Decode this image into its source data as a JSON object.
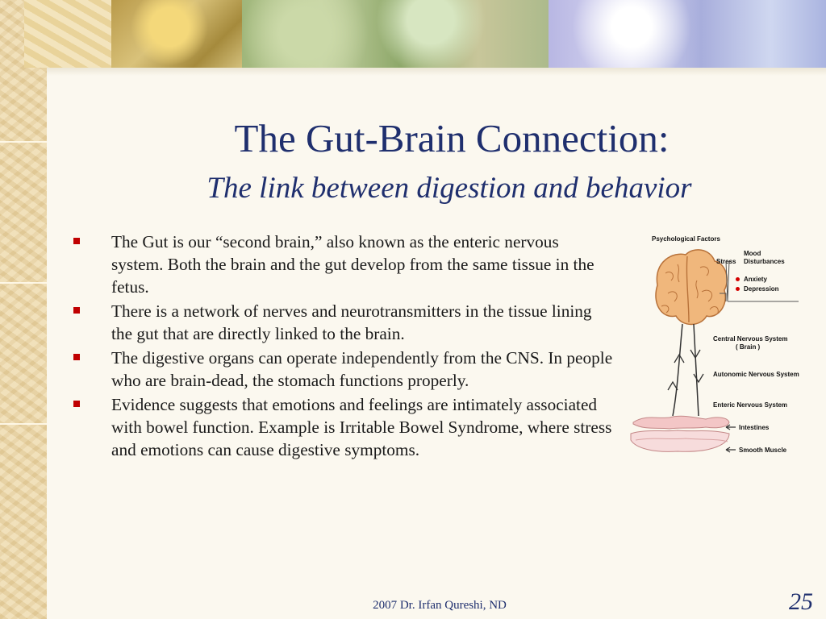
{
  "slide": {
    "title": "The Gut-Brain Connection:",
    "subtitle": "The link between digestion and behavior",
    "bullets": [
      "The Gut is our “second brain,” also known as the enteric nervous system. Both the brain and the gut develop from the same tissue in the fetus.",
      "There is a network of nerves and neurotransmitters in the tissue lining the gut that are directly linked to the brain.",
      "The digestive organs can operate independently from the CNS.  In people who are brain-dead, the stomach functions properly.",
      "Evidence suggests that emotions and feelings are intimately associated with bowel function.  Example is Irritable Bowel Syndrome, where stress and emotions can cause digestive symptoms."
    ],
    "footer": "2007 Dr. Irfan Qureshi, ND",
    "slide_number": "25"
  },
  "figure": {
    "labels": {
      "psychological_factors": "Psychological Factors",
      "stress": "Stress",
      "mood_disturbances": "Mood Disturbances",
      "anxiety": "Anxiety",
      "depression": "Depression",
      "cns": "Central Nervous System",
      "brain": "( Brain )",
      "ans": "Autonomic Nervous System",
      "ens": "Enteric Nervous System",
      "intestines": "Intestines",
      "smooth_muscle": "Smooth Muscle"
    }
  },
  "colors": {
    "title": "#1f2f6e",
    "bullet_marker": "#c00000",
    "brain": "#f0b77c",
    "intestine": "#f3c6c6",
    "dot": "#d40000"
  },
  "icons": {
    "bullet": "square-bullet-icon",
    "brain": "brain-icon",
    "intestine": "intestine-icon"
  }
}
